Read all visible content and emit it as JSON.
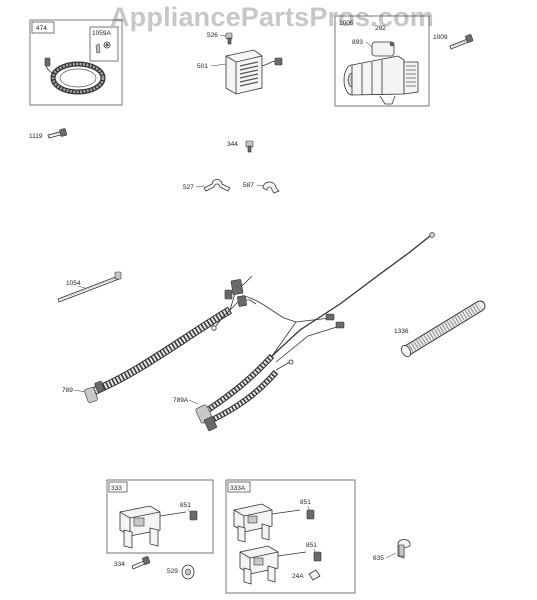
{
  "watermark": "AppliancePartsPros.com",
  "parts": {
    "p474": "474",
    "p1059a": "1059A",
    "p526": "526",
    "p501": "501",
    "p1005": "1005",
    "p893": "893",
    "p292": "292",
    "p1009": "1009",
    "p1119": "1119",
    "p344": "344",
    "p527": "527",
    "p587": "587",
    "p1054": "1054",
    "p789": "789",
    "p789a": "789A",
    "p1336": "1336",
    "p333": "333",
    "p851a": "851",
    "p334": "334",
    "p529": "529",
    "p333a": "333A",
    "p851b": "851",
    "p851c": "851",
    "p24a": "24A",
    "p635": "635"
  }
}
